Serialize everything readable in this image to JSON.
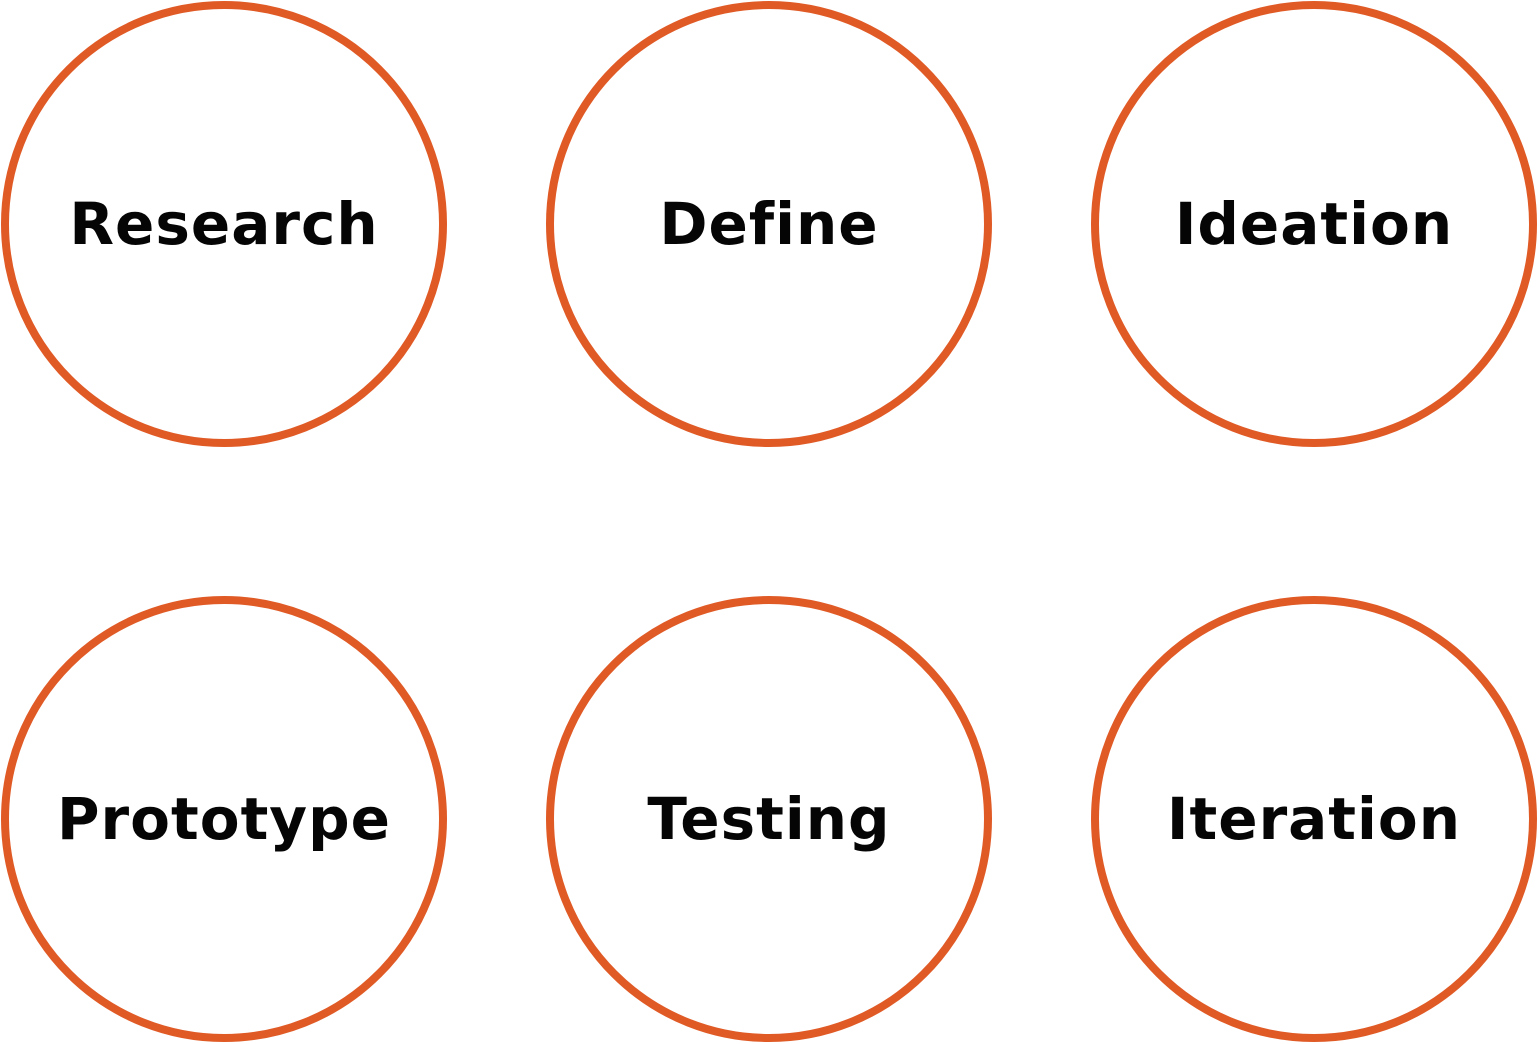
{
  "stages": [
    {
      "label": "Research"
    },
    {
      "label": "Define"
    },
    {
      "label": "Ideation"
    },
    {
      "label": "Prototype"
    },
    {
      "label": "Testing"
    },
    {
      "label": "Iteration"
    }
  ],
  "colors": {
    "circle_stroke": "#E05A26",
    "label_text": "#050505",
    "background": "#ffffff"
  }
}
